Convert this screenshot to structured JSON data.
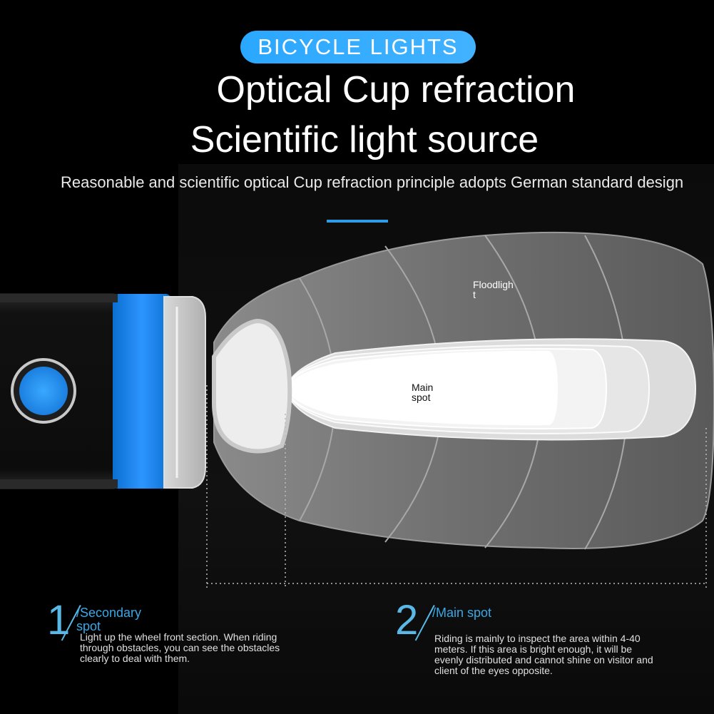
{
  "badge": {
    "label": "BICYCLE LIGHTS"
  },
  "heading": {
    "line1": "Optical Cup refraction",
    "line2": "Scientific light source"
  },
  "description": "Reasonable and scientific optical Cup refraction principle adopts German standard design",
  "beam": {
    "floodlight_label": "Floodligh\nt",
    "main_spot_label": "Main\nspot"
  },
  "features": [
    {
      "number": "1",
      "title": "/Secondary spot",
      "text": "Light up the wheel front section. When riding through obstacles, you can see the obstacles clearly to deal with them."
    },
    {
      "number": "2",
      "title": "/Main spot",
      "text": "Riding is mainly to inspect the area within 4-40 meters. If this area is bright enough, it will be evenly distributed and cannot shine on visitor and client of the eyes opposite."
    }
  ],
  "colors": {
    "accent_blue": "#2aa7ff",
    "feature_blue": "#38a8e6",
    "background": "#000000"
  }
}
